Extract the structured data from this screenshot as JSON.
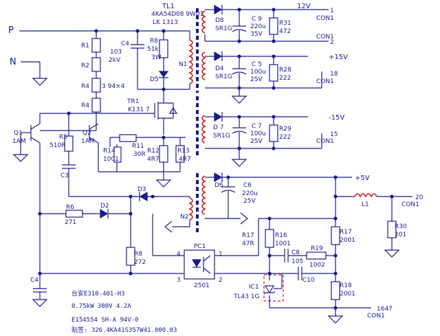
{
  "transformer": {
    "name": "TL1",
    "part1": "4KA54D08 9W01",
    "part2": "LK 1313"
  },
  "inputs": {
    "p": "P",
    "n": "N"
  },
  "resistors": [
    {
      "ref": "R1",
      "value": ""
    },
    {
      "ref": "R2",
      "value": ""
    },
    {
      "ref": "R4",
      "value": "3 94×4"
    },
    {
      "ref": "R4b",
      "label": "R4",
      "value": ""
    },
    {
      "ref": "R8",
      "value": "51k 3W"
    },
    {
      "ref": "R5",
      "value": "510R"
    },
    {
      "ref": "R14",
      "value": "1001"
    },
    {
      "ref": "R11",
      "value": "30R"
    },
    {
      "ref": "R12",
      "value": "4R7"
    },
    {
      "ref": "R13",
      "value": "4R7"
    },
    {
      "ref": "R6",
      "value": "271"
    },
    {
      "ref": "R8b",
      "label": "R8",
      "value": "272"
    },
    {
      "ref": "R31",
      "value": "472"
    },
    {
      "ref": "R28",
      "value": "222"
    },
    {
      "ref": "R29",
      "value": "222"
    },
    {
      "ref": "R17",
      "value": "47R"
    },
    {
      "ref": "R16",
      "value": "1001"
    },
    {
      "ref": "R19",
      "value": "1002"
    },
    {
      "ref": "R17b",
      "label": "R17",
      "value": "2001"
    },
    {
      "ref": "R18",
      "value": "2001"
    },
    {
      "ref": "R30",
      "value": "201"
    }
  ],
  "labels": {
    "r1": "R1",
    "r2": "R2",
    "r4a": "R4",
    "r4v": "3 94×4",
    "r4b": "R4",
    "c4": "C4",
    "c4v1": "103",
    "c4v2": "2kV",
    "r8": "R8",
    "r8v1": "51k",
    "r8v2": "3W",
    "d5": "D5",
    "n1": "N1",
    "tr1": "TR1",
    "tr1v": "K131 7",
    "q1": "Q1",
    "q1v": "1AM",
    "q2": "Q2",
    "q2v": "1AM",
    "r5": "R5",
    "r5v": "510R",
    "r14": "R14",
    "r14v": "1001",
    "r11": "R11",
    "r11v": "30R",
    "r12": "R12",
    "r12v": "4R7",
    "r13": "R13",
    "r13v": "4R7",
    "c3": "C3",
    "d3": "D3",
    "d2": "D2",
    "r6": "R6",
    "r6v": "271",
    "n2": "N2",
    "r8b": "R8",
    "r8bv": "272",
    "c4b": "C4",
    "d8": "D8",
    "d8v": "SR1G",
    "c9": "C 9",
    "c9v1": "220u",
    "c9v2": "35V",
    "r31": "R31",
    "r31v": "472",
    "v12": "12V",
    "con1a": "1",
    "con1a_l": "CON1",
    "con1b": "2",
    "con1b_l": "CON1",
    "d4": "D4",
    "d4v": "SR1G",
    "c5": "C 5",
    "c5v1": "100u",
    "c5v2": "25V",
    "r28": "R28",
    "r28v": "222",
    "v15": "+15V",
    "con18": "18",
    "con18_l": "CON1",
    "d7": "D 7",
    "d7v": "SR1G",
    "c7": "C 7",
    "c7v1": "100u",
    "c7v2": "25V",
    "r29": "R29",
    "r29v": "222",
    "vm15": "-15V",
    "con15": "15",
    "con15_l": "CON1",
    "d6": "D6",
    "c6": "C6",
    "c6v1": "220u",
    "c6v2": "25V",
    "v5": "+5V",
    "l1": "L1",
    "con20": "20",
    "con20_l": "CON1",
    "r30": "R30",
    "r30v": "201",
    "pc1": "PC1",
    "pc_pin4": "4",
    "pc_pin1": "1",
    "pc_pin3": "3",
    "pc_pin2": "2",
    "pc_part": "2501",
    "r17": "R17",
    "r17v": "47R",
    "r16": "R16",
    "r16v": "1001",
    "c8": "C8",
    "c8v": "105",
    "r19": "R19",
    "r19v": "1002",
    "c10": "C10",
    "r17b": "R17",
    "r17bv": "2001",
    "r18": "R18",
    "r18bv": "2001",
    "ic1": "IC1",
    "ic1v": "TL43 1G",
    "con1647": "1647",
    "con1647_l": "CON1"
  },
  "footer": {
    "line1": "台安E310-401-H3",
    "line2": "0.75kW 380V 4.2A",
    "line3": "E154554 SH-A 94V-0",
    "line4": "贴签: 326.4KA41S357W41.000.03"
  }
}
